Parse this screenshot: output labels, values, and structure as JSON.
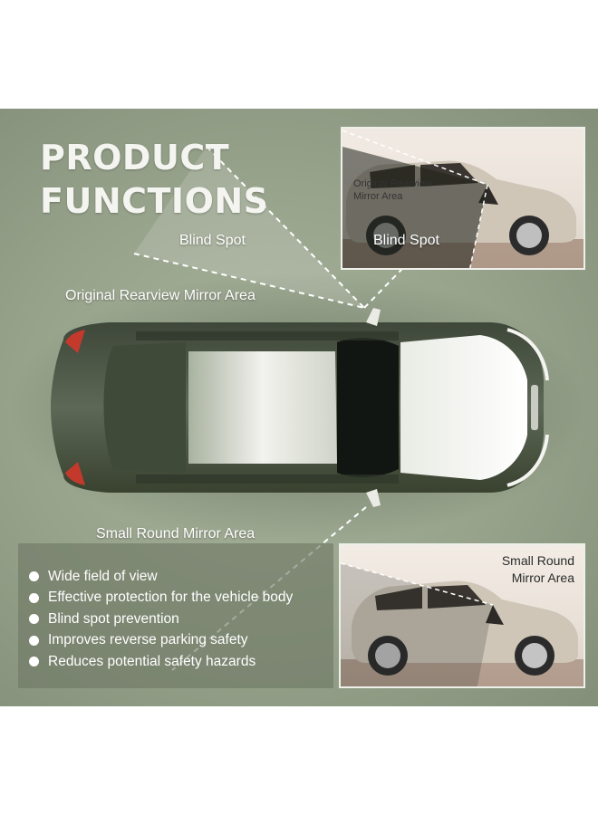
{
  "title": {
    "line1": "PRODUCT",
    "line2": "FUNCTIONS"
  },
  "labels": {
    "blind_spot": "Blind Spot",
    "rearview_area": "Original Rearview Mirror Area",
    "small_round_area": "Small Round Mirror Area"
  },
  "inset_top": {
    "rear_line1": "Original Rearview",
    "rear_line2": "Mirror Area",
    "blind_spot": "Blind Spot"
  },
  "inset_bottom": {
    "line1": "Small Round",
    "line2": "Mirror Area"
  },
  "features": [
    "Wide field of view",
    "Effective protection for the vehicle body",
    "Blind spot prevention",
    "Improves reverse parking safety",
    "Reduces potential safety hazards"
  ],
  "colors": {
    "panel": "#97a28b",
    "car_body": "#55604e",
    "highlight": "#f1f1ec"
  },
  "icons": [
    "bullet-icon"
  ]
}
